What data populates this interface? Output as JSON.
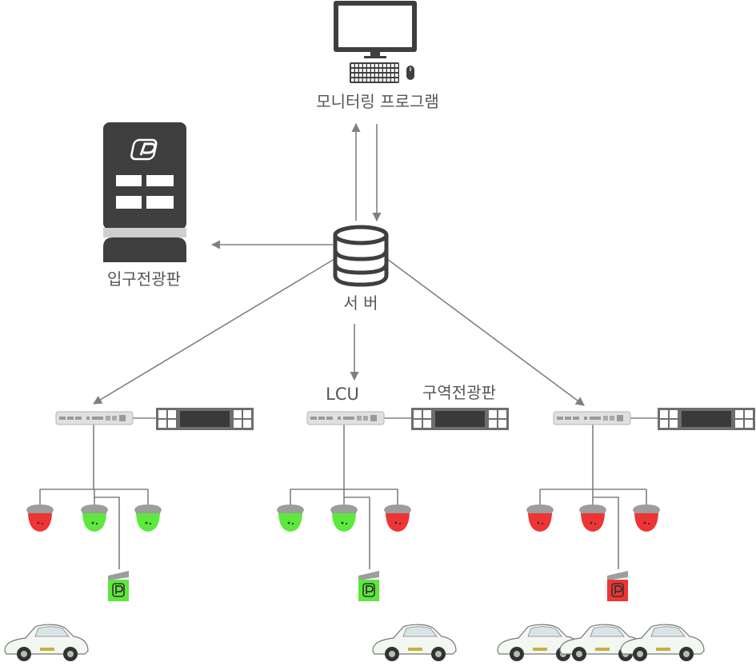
{
  "labels": {
    "monitoring": "모니터링 프로그램",
    "entrance": "입구전광판",
    "server": "서 버",
    "lcu": "LCU",
    "zone": "구역전광판"
  },
  "colors": {
    "line": "#808080",
    "dark": "#3f3f3f",
    "occupied": "#ee3434",
    "vacant": "#5ce83c"
  },
  "groups": [
    {
      "sensors": [
        "occupied",
        "vacant",
        "vacant"
      ],
      "sign": "vacant"
    },
    {
      "sensors": [
        "vacant",
        "vacant",
        "occupied"
      ],
      "sign": "vacant"
    },
    {
      "sensors": [
        "occupied",
        "occupied",
        "occupied"
      ],
      "sign": "occupied"
    }
  ],
  "icons": [
    "monitor-icon",
    "keyboard-icon",
    "mouse-icon",
    "database-icon",
    "parking-kiosk-icon",
    "lcu-device-icon",
    "led-panel-icon",
    "sensor-icon",
    "parking-sign-icon",
    "car-icon"
  ]
}
